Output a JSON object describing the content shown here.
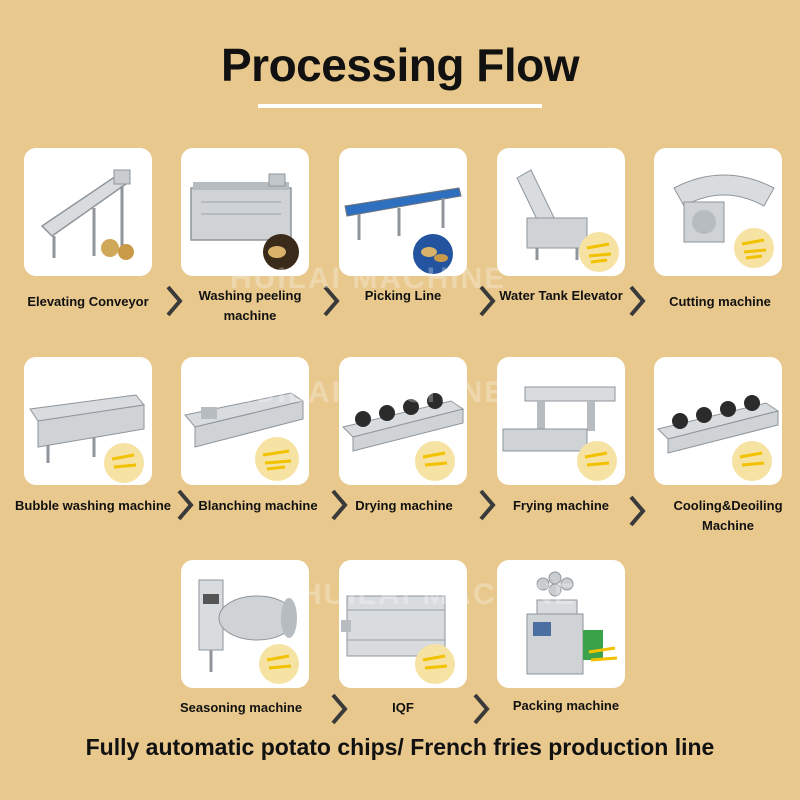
{
  "title": "Processing Flow",
  "footer": "Fully automatic potato chips/ French fries production line",
  "watermark": "HUILAI MACHINE",
  "colors": {
    "background": "#e8c88c",
    "card": "#ffffff",
    "arrow": "#3a3a3a",
    "steel": "#b8bcc0",
    "fries": "#f2c200"
  },
  "steps": [
    {
      "label": "Elevating Conveyor",
      "icon": "elevating-conveyor-icon"
    },
    {
      "label": "Washing peeling machine",
      "icon": "washing-peeling-machine-icon"
    },
    {
      "label": "Picking Line",
      "icon": "picking-line-icon"
    },
    {
      "label": "Water Tank Elevator",
      "icon": "water-tank-elevator-icon"
    },
    {
      "label": "Cutting machine",
      "icon": "cutting-machine-icon"
    },
    {
      "label": "Bubble washing machine",
      "icon": "bubble-washing-machine-icon"
    },
    {
      "label": "Blanching machine",
      "icon": "blanching-machine-icon"
    },
    {
      "label": "Drying machine",
      "icon": "drying-machine-icon"
    },
    {
      "label": "Frying machine",
      "icon": "frying-machine-icon"
    },
    {
      "label": "Cooling&Deoiling Machine",
      "icon": "cooling-deoiling-machine-icon"
    },
    {
      "label": "Seasoning machine",
      "icon": "seasoning-machine-icon"
    },
    {
      "label": "IQF",
      "icon": "iqf-icon"
    },
    {
      "label": "Packing machine",
      "icon": "packing-machine-icon"
    }
  ]
}
